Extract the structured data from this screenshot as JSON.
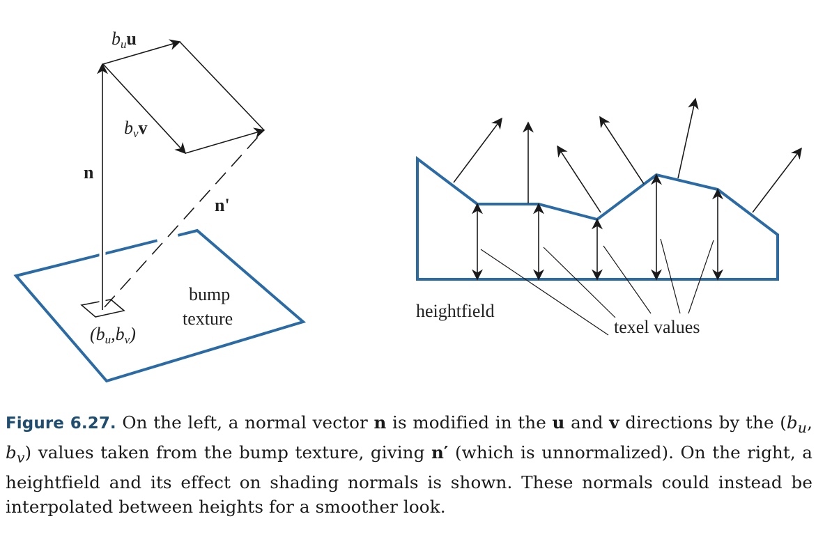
{
  "left_diagram": {
    "label_bu_u": {
      "b": "b",
      "sub": "u",
      "vec": "u"
    },
    "label_bv_v": {
      "b": "b",
      "sub": "v",
      "vec": "v"
    },
    "label_n": "n",
    "label_n_prime": "n'",
    "label_bump": "bump",
    "label_texture": "texture",
    "label_coords": {
      "open": "(",
      "b1": "b",
      "sub1": "u",
      "comma": ",",
      "b2": "b",
      "sub2": "v",
      "close": ")"
    }
  },
  "right_diagram": {
    "label_heightfield": "heightfield",
    "label_texel_values": "texel values"
  },
  "caption": {
    "figure_label": "Figure 6.27.",
    "t1": " On the left, a normal vector ",
    "n": "n",
    "t2": " is modified in the ",
    "u": "u",
    "t3": " and ",
    "v": "v",
    "t4": " directions by the (",
    "bu_b": "b",
    "bu_sub": "u",
    "comma": ", ",
    "bv_b": "b",
    "bv_sub": "v",
    "t5": ") values taken from the bump texture, giving ",
    "nprime": "n′",
    "t6": " (which is unnormalized). On the right, a heightfield and its effect on shading normals is shown. These normals could instead be interpolated between heights for a smoother look."
  },
  "colors": {
    "outline_blue": "#2a6aa5",
    "ink": "#1a1a1a",
    "figure_label": "#1e4d70"
  }
}
